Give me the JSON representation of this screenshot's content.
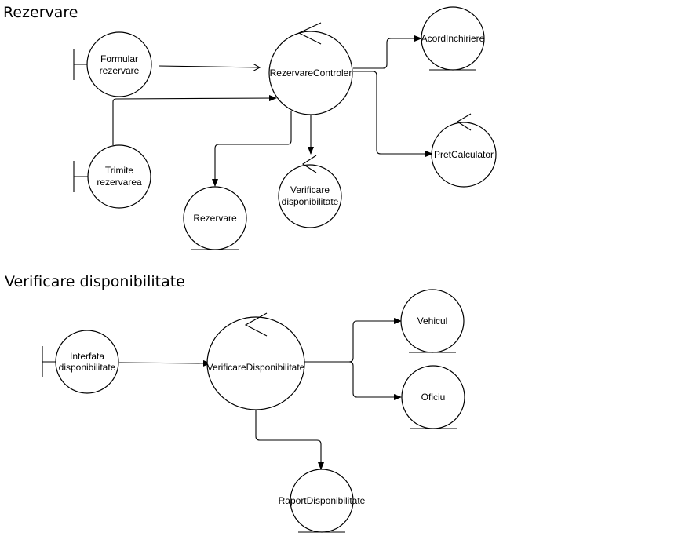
{
  "sections": {
    "rezervare": {
      "title": "Rezervare",
      "nodes": {
        "formular": [
          "Formular",
          "rezervare"
        ],
        "trimite": [
          "Trimite",
          "rezervarea"
        ],
        "controler": [
          "RezervareControler"
        ],
        "acord": [
          "AcordInchiriere"
        ],
        "pret": [
          "PretCalculator"
        ],
        "verificare": [
          "Verificare",
          "disponibilitate"
        ],
        "rezervare_entity": [
          "Rezervare"
        ]
      }
    },
    "verificare": {
      "title": "Verificare disponibilitate",
      "nodes": {
        "interfata": [
          "Interfata",
          "disponibilitate"
        ],
        "controler": [
          "VerificareDisponibilitate"
        ],
        "vehicul": [
          "Vehicul"
        ],
        "oficiu": [
          "Oficiu"
        ],
        "raport": [
          "RaportDisponibilitate"
        ]
      }
    }
  }
}
